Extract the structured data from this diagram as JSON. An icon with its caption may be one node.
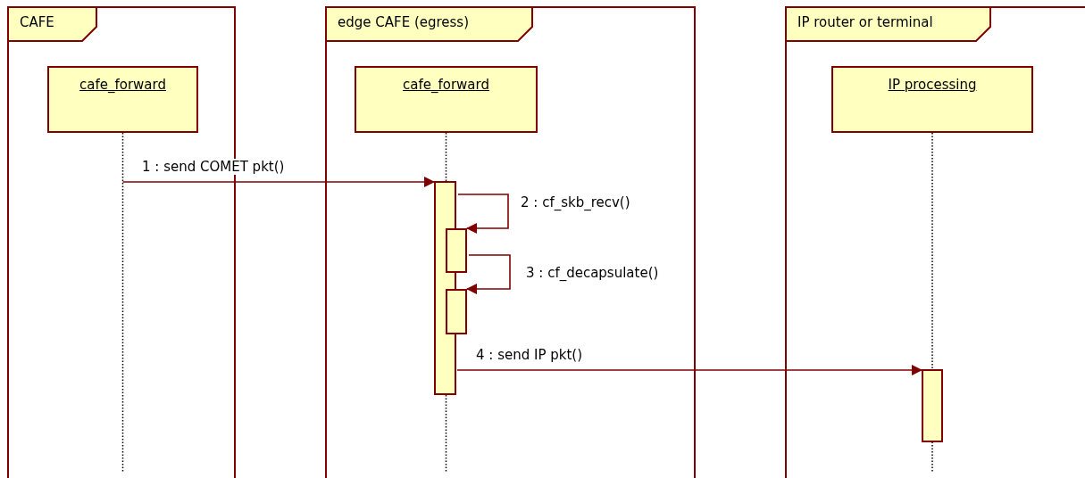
{
  "diagram": {
    "nodes": [
      {
        "text": [
          "CAFE"
        ]
      },
      {
        "text": [
          "edge CAFE (egress)"
        ]
      },
      {
        "text": [
          "IP router or terminal"
        ]
      },
      {
        "text": [
          "cafe_forward"
        ],
        "in": 0
      },
      {
        "text": [
          "cafe_forward"
        ],
        "in": 1
      },
      {
        "text": [
          "IP processing"
        ],
        "in": 2
      },
      {
        "text": [],
        "shape": "bar",
        "in": 1
      },
      {
        "text": [],
        "shape": "bar",
        "in": 1
      },
      {
        "text": [],
        "shape": "bar",
        "in": 1
      },
      {
        "text": [],
        "shape": "bar",
        "in": 2
      }
    ],
    "edges": [
      {
        "from": 3,
        "to": 6,
        "arrow": "to",
        "label": "1 : send COMET pkt()"
      },
      {
        "from": 6,
        "to": 7,
        "arrow": "to",
        "label": "2 : cf_skb_recv()"
      },
      {
        "from": 7,
        "to": 8,
        "arrow": "to",
        "label": "3 : cf_decapsulate()"
      },
      {
        "from": 6,
        "to": 9,
        "arrow": "to",
        "label": "4 : send IP pkt()"
      }
    ]
  }
}
